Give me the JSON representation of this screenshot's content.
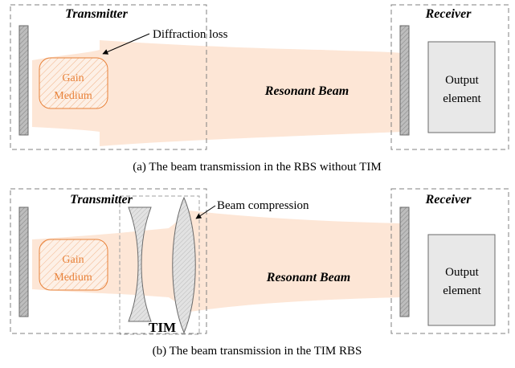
{
  "panel_a": {
    "transmitter_label": "Transmitter",
    "receiver_label": "Receiver",
    "annotation": "Diffraction loss",
    "gain_medium": [
      "Gain",
      "Medium"
    ],
    "beam_label": "Resonant Beam",
    "output_element": [
      "Output",
      "element"
    ],
    "caption": "(a) The beam transmission in the RBS without TIM"
  },
  "panel_b": {
    "transmitter_label": "Transmitter",
    "receiver_label": "Receiver",
    "annotation": "Beam compression",
    "gain_medium": [
      "Gain",
      "Medium"
    ],
    "beam_label": "Resonant Beam",
    "tim_label": "TIM",
    "output_element": [
      "Output",
      "element"
    ],
    "caption": "(b) The beam transmission in the TIM RBS"
  },
  "colors": {
    "beam": "#fde6d6",
    "gain_stroke": "#e8823a",
    "mirror": "#a8a8a8",
    "output_fill": "#e8e8e8",
    "dash": "#808080"
  }
}
